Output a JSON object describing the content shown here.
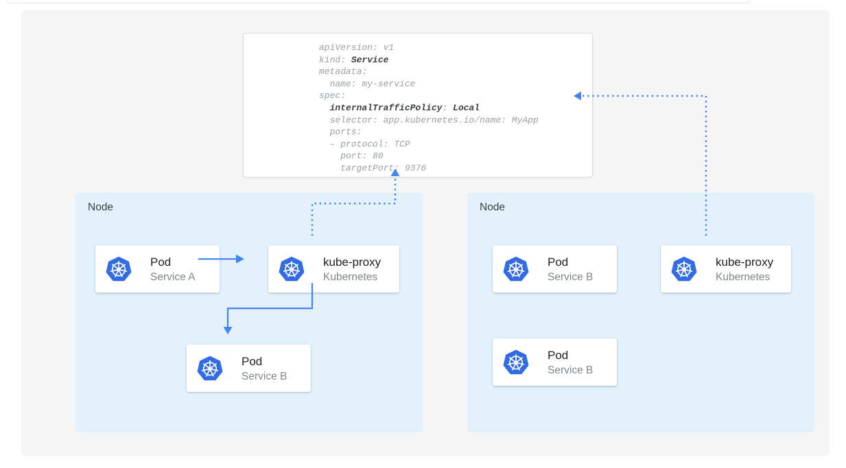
{
  "yaml_card": {
    "lines": [
      {
        "s": [
          {
            "t": "apiVersion: v1"
          }
        ]
      },
      {
        "s": [
          {
            "t": "kind: "
          },
          {
            "t": "Service",
            "b": true
          }
        ]
      },
      {
        "s": [
          {
            "t": "metadata:"
          }
        ]
      },
      {
        "s": [
          {
            "t": "  name: my-service"
          }
        ]
      },
      {
        "s": [
          {
            "t": "spec:"
          }
        ]
      },
      {
        "s": [
          {
            "t": "  "
          },
          {
            "t": "internalTrafficPolicy",
            "b": true
          },
          {
            "t": ": "
          },
          {
            "t": "Local",
            "b": true
          }
        ]
      },
      {
        "s": [
          {
            "t": "  selector: app.kubernetes.io/name: MyApp"
          }
        ]
      },
      {
        "s": [
          {
            "t": "  ports:"
          }
        ]
      },
      {
        "s": [
          {
            "t": "  - protocol: TCP"
          }
        ]
      },
      {
        "s": [
          {
            "t": "    port: 80"
          }
        ]
      },
      {
        "s": [
          {
            "t": "    targetPort: 9376"
          }
        ]
      }
    ]
  },
  "nodes": {
    "left": {
      "label": "Node",
      "pod_a": {
        "title": "Pod",
        "subtitle": "Service A"
      },
      "kube_proxy": {
        "title": "kube-proxy",
        "subtitle": "Kubernetes"
      },
      "pod_b": {
        "title": "Pod",
        "subtitle": "Service B"
      }
    },
    "right": {
      "label": "Node",
      "pod_b1": {
        "title": "Pod",
        "subtitle": "Service B"
      },
      "kube_proxy": {
        "title": "kube-proxy",
        "subtitle": "Kubernetes"
      },
      "pod_b2": {
        "title": "Pod",
        "subtitle": "Service B"
      }
    }
  },
  "icons": {
    "kubernetes": "kubernetes-logo"
  },
  "colors": {
    "arrow_blue": "#4285F4",
    "node_fill": "#E3F1FC",
    "kubernetes_blue": "#326CE5",
    "code_text": "#9AA0A6",
    "code_bold": "#3C4043",
    "canvas_gray": "#F5F5F5"
  }
}
